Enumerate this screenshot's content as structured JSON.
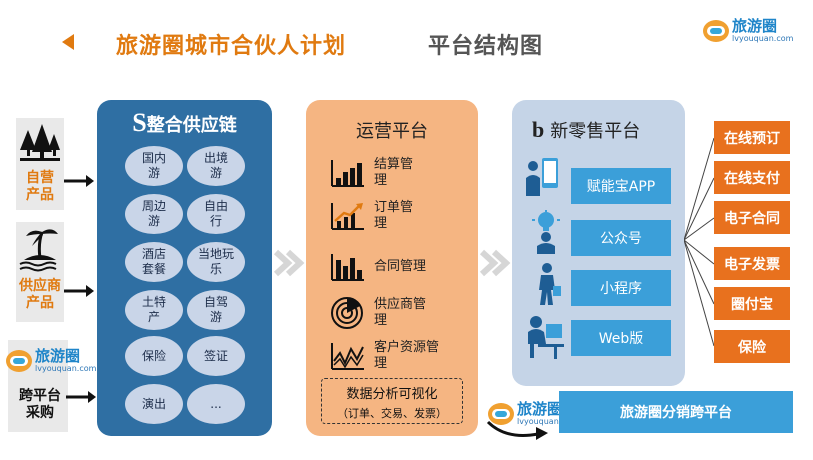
{
  "header": {
    "title": "旅游圈城市合伙人计划",
    "subtitle": "平台结构图"
  },
  "logo": {
    "name": "旅游圈",
    "url": "lvyouquan.com",
    "badge": "旅游圈"
  },
  "sources": [
    {
      "label_line1": "自营",
      "label_line2": "产品",
      "icon": "trees-icon"
    },
    {
      "label_line1": "供应商",
      "label_line2": "产品",
      "icon": "island-icon"
    },
    {
      "label_line1": "跨平台",
      "label_line2": "采购",
      "icon": "logo-icon"
    }
  ],
  "supply_chain": {
    "title_letter": "S",
    "title": "整合供应链",
    "items": [
      {
        "l1": "国内",
        "l2": "游"
      },
      {
        "l1": "出境",
        "l2": "游"
      },
      {
        "l1": "周边",
        "l2": "游"
      },
      {
        "l1": "自由",
        "l2": "行"
      },
      {
        "l1": "酒店",
        "l2": "套餐"
      },
      {
        "l1": "当地玩",
        "l2": "乐"
      },
      {
        "l1": "土特",
        "l2": "产"
      },
      {
        "l1": "自驾",
        "l2": "游"
      },
      {
        "l1": "保险",
        "l2": ""
      },
      {
        "l1": "签证",
        "l2": ""
      },
      {
        "l1": "演出",
        "l2": ""
      },
      {
        "l1": "...",
        "l2": ""
      }
    ]
  },
  "operations": {
    "title": "运营平台",
    "items": [
      {
        "l1": "结算管",
        "l2": "理",
        "icon": "bar-chart-icon"
      },
      {
        "l1": "订单管",
        "l2": "理",
        "icon": "growth-chart-icon"
      },
      {
        "l1": "合同管理",
        "l2": "",
        "icon": "bar-chart-icon"
      },
      {
        "l1": "供应商管",
        "l2": "理",
        "icon": "radar-icon"
      },
      {
        "l1": "客户资源管",
        "l2": "理",
        "icon": "line-chart-icon"
      }
    ],
    "analytics": {
      "l1": "数据分析可视化",
      "l2": "（订单、交易、发票）"
    }
  },
  "retail": {
    "title_letter": "b",
    "title": "新零售平台",
    "channels": [
      {
        "label": "赋能宝APP",
        "icon": "phone-user-icon"
      },
      {
        "label": "公众号",
        "icon": "bulb-user-icon"
      },
      {
        "label": "小程序",
        "icon": "walking-user-icon"
      },
      {
        "label": "Web版",
        "icon": "desk-user-icon"
      }
    ]
  },
  "services": [
    "在线预订",
    "在线支付",
    "电子合同",
    "电子发票",
    "圈付宝",
    "保险"
  ],
  "distribution": {
    "label": "旅游圈分销跨平台"
  },
  "colors": {
    "orange": "#e07a10",
    "blue_dark": "#2f6fa3",
    "peach": "#f5b582",
    "blue_light": "#c5d4e7",
    "accent_blue": "#3b9fd9",
    "service_orange": "#e8711e"
  }
}
